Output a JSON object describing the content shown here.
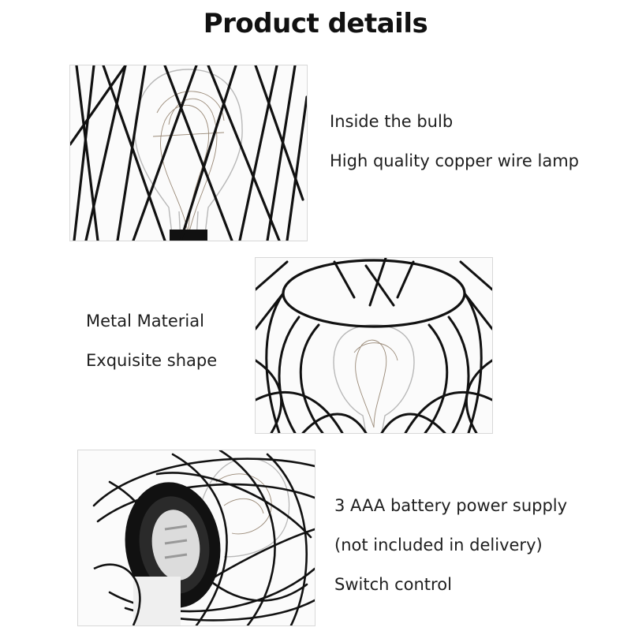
{
  "title": "Product details",
  "sections": [
    {
      "lines": [
        "Inside the bulb",
        "High quality copper wire lamp"
      ]
    },
    {
      "lines": [
        "Metal Material",
        "Exquisite shape"
      ]
    },
    {
      "lines": [
        "3 AAA battery power supply",
        "(not included in delivery)",
        "Switch control"
      ]
    }
  ],
  "colors": {
    "wire": "#111111",
    "glass": "#b8b8b8",
    "copper": "#9a8a78"
  }
}
